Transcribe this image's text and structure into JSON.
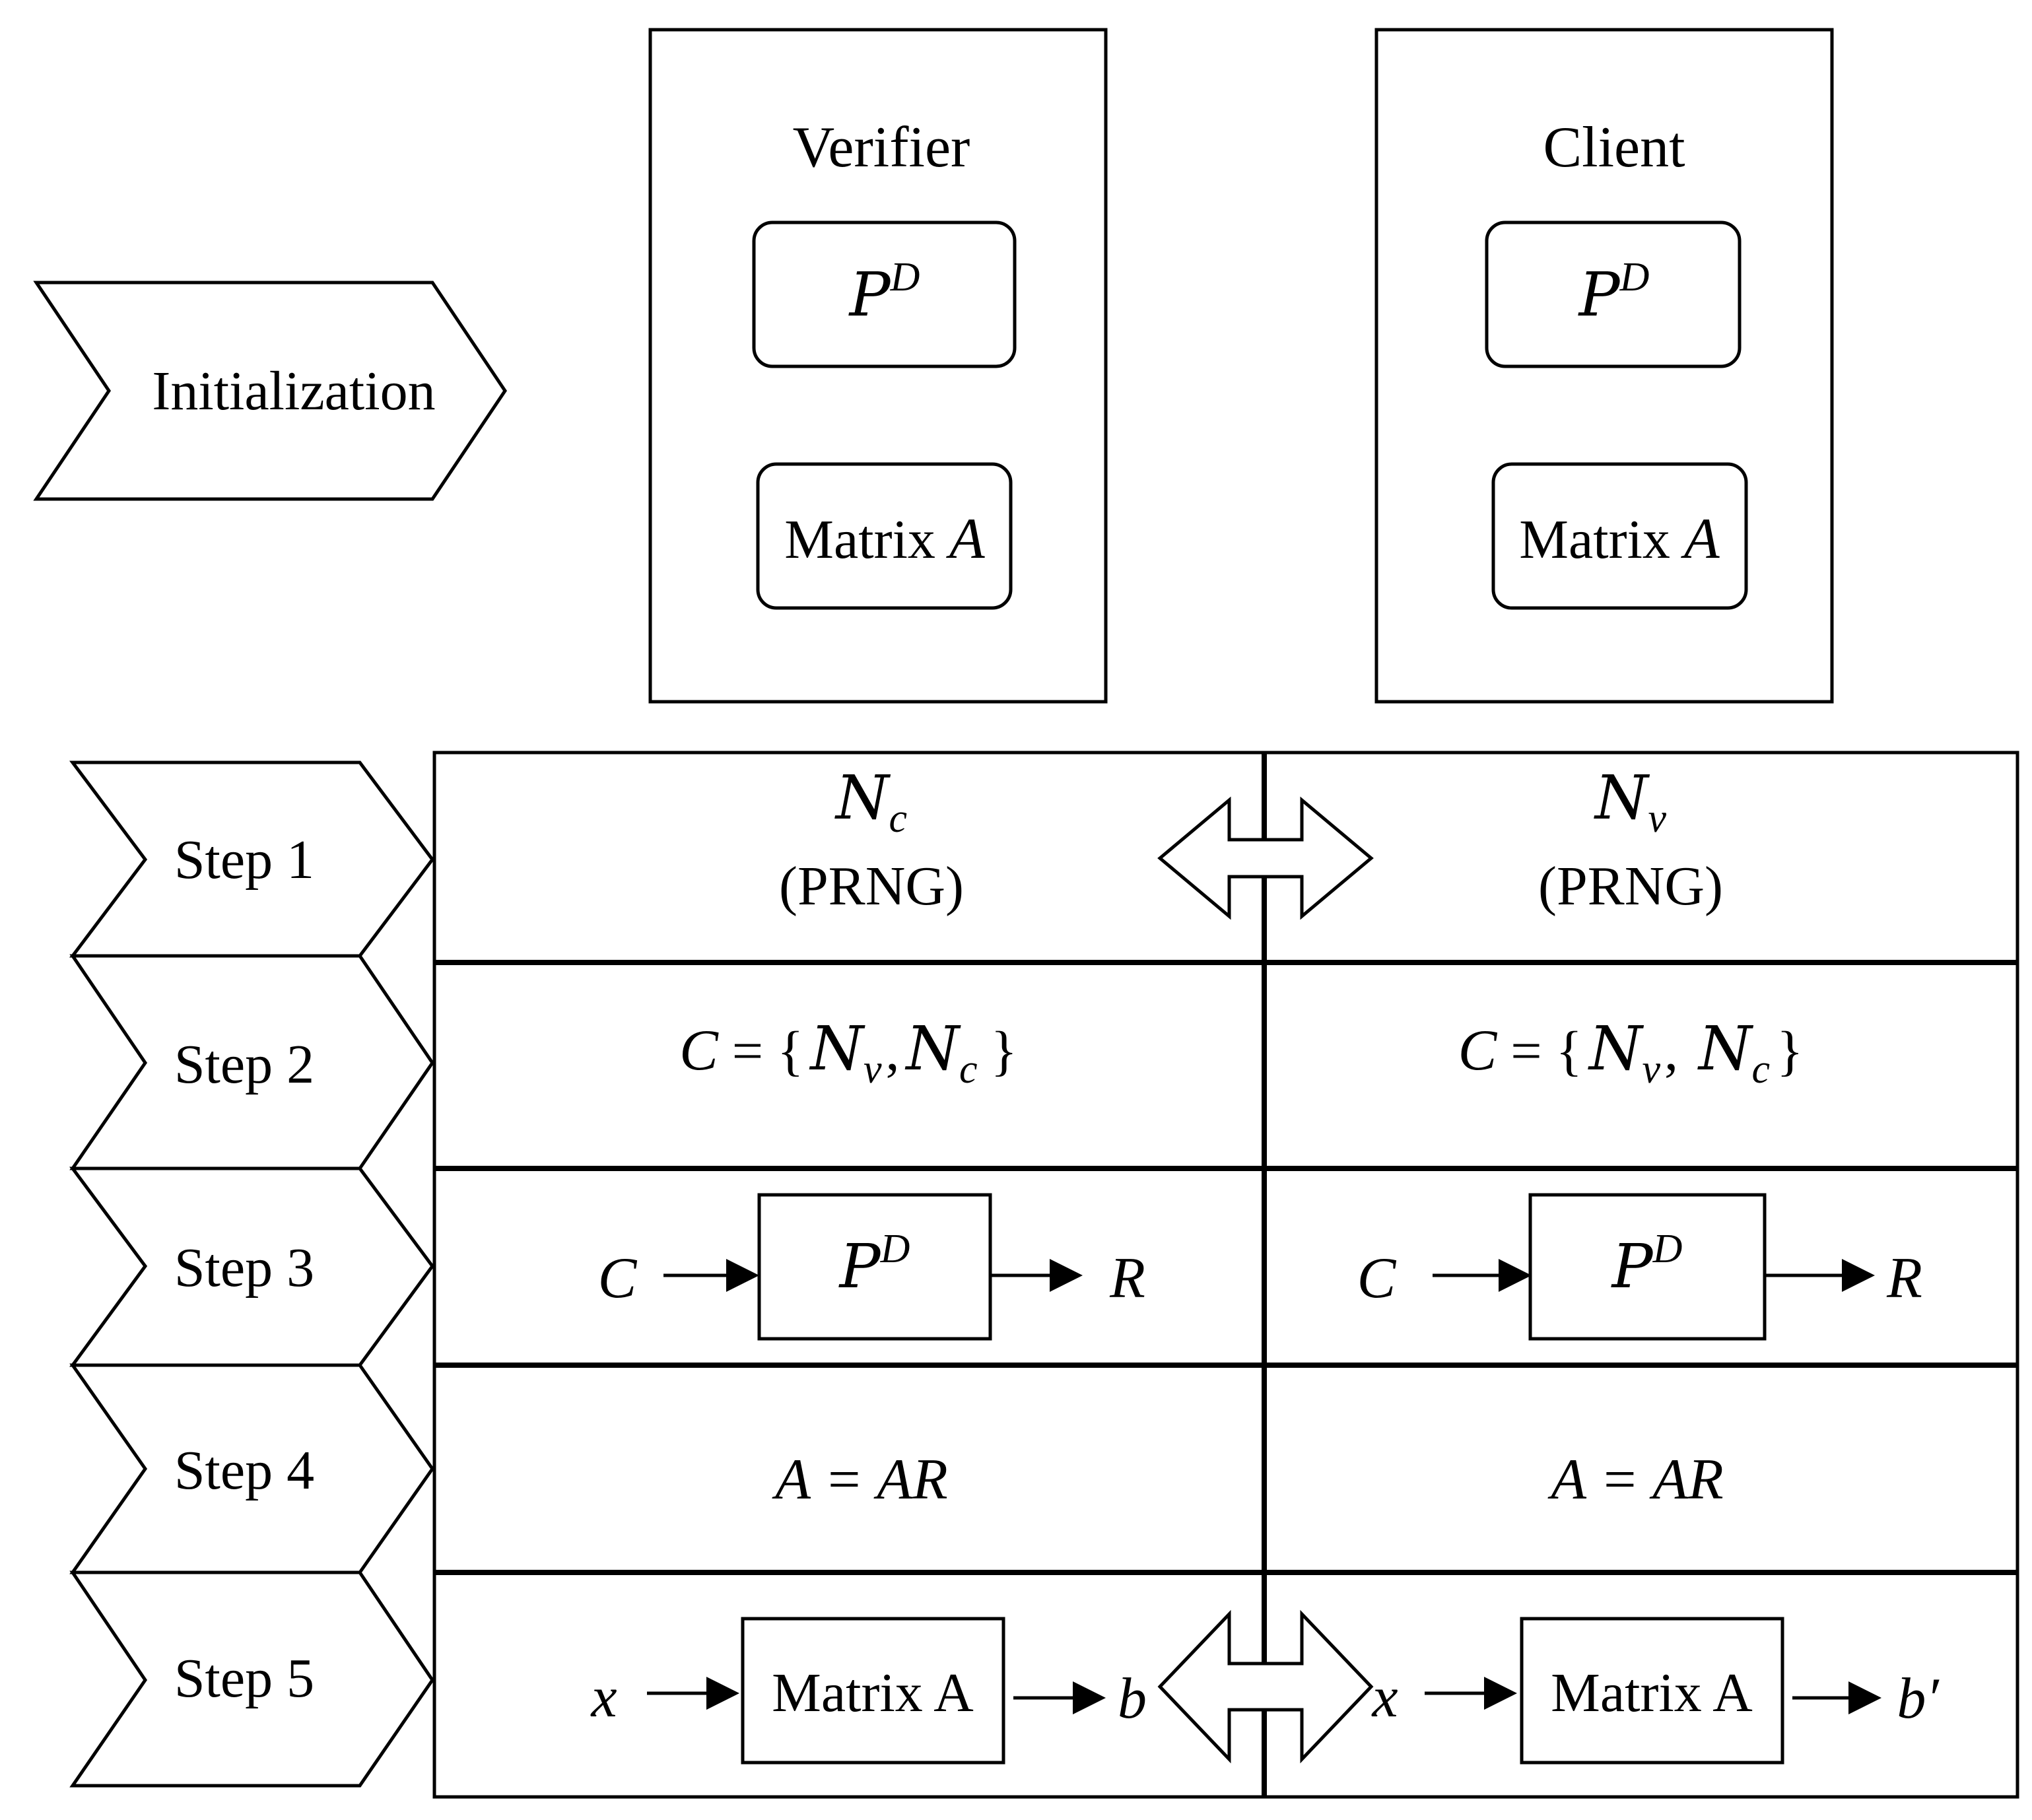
{
  "phases": {
    "initialization": "Initialization",
    "step1": "Step 1",
    "step2": "Step 2",
    "step3": "Step 3",
    "step4": "Step 4",
    "step5": "Step 5"
  },
  "parties": {
    "verifier": "Verifier",
    "client": "Client"
  },
  "init_boxes": {
    "puf_symbol": "P",
    "puf_sup": "D",
    "matrix_label": "Matrix ",
    "matrix_var": "A"
  },
  "step1": {
    "verifier_nonce": "N",
    "verifier_nonce_sub": "c",
    "client_nonce": "N",
    "client_nonce_sub": "v",
    "prng": "(PRNG)"
  },
  "step2": {
    "challenge_var": "C",
    "eq": " = {",
    "nv": "N",
    "nv_sub": "v",
    "sep_left": ",",
    "sep_right": ", ",
    "nc": "N",
    "nc_sub": "c",
    "close": "}"
  },
  "step3": {
    "input": "C",
    "output": "R",
    "puf": "P",
    "puf_sup": "D"
  },
  "step4": {
    "equation": "A = AR"
  },
  "step5": {
    "input": "x",
    "box": "Matrix A",
    "output_verifier": "b",
    "output_client": "b′"
  }
}
